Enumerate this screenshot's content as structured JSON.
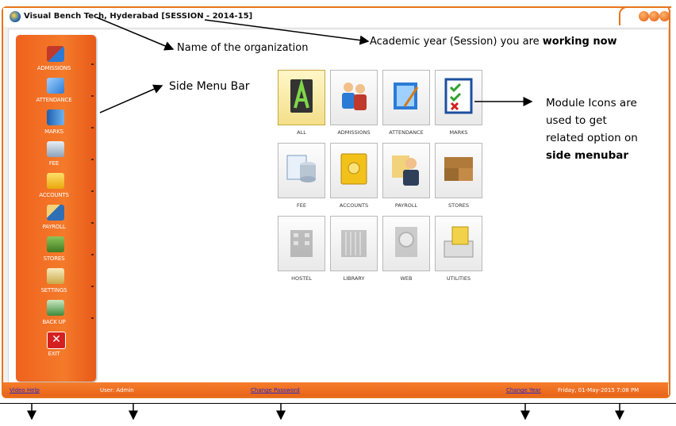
{
  "window": {
    "title": "Visual Bench Tech, Hyderabad [SESSION - 2014-15]"
  },
  "sidebar": {
    "items": [
      {
        "label": "ADMISSIONS",
        "icon": "admissions-icon",
        "color": "#c0392b"
      },
      {
        "label": "ATTENDANCE",
        "icon": "attendance-icon",
        "color": "#2b7bd6"
      },
      {
        "label": "MARKS",
        "icon": "marks-icon",
        "color": "#3a8ee0"
      },
      {
        "label": "FEE",
        "icon": "fee-icon",
        "color": "#8fa3b8"
      },
      {
        "label": "ACCOUNTS",
        "icon": "accounts-icon",
        "color": "#f2c21b"
      },
      {
        "label": "PAYROLL",
        "icon": "payroll-icon",
        "color": "#2f6fb5"
      },
      {
        "label": "STORES",
        "icon": "stores-icon",
        "color": "#6aa33a"
      },
      {
        "label": "SETTINGS",
        "icon": "settings-icon",
        "color": "#d9c27a"
      },
      {
        "label": "BACK UP",
        "icon": "backup-icon",
        "color": "#4f9a4a"
      },
      {
        "label": "EXIT",
        "icon": "exit-icon",
        "color": "#d42020"
      }
    ]
  },
  "modules": [
    {
      "label": "ALL",
      "icon": "all-modules-icon",
      "selected": true
    },
    {
      "label": "ADMISSIONS",
      "icon": "admissions-module-icon"
    },
    {
      "label": "ATTENDANCE",
      "icon": "attendance-module-icon"
    },
    {
      "label": "MARKS",
      "icon": "marks-module-icon"
    },
    {
      "label": "FEE",
      "icon": "fee-module-icon"
    },
    {
      "label": "ACCOUNTS",
      "icon": "accounts-module-icon"
    },
    {
      "label": "PAYROLL",
      "icon": "payroll-module-icon"
    },
    {
      "label": "STORES",
      "icon": "stores-module-icon"
    },
    {
      "label": "HOSTEL",
      "icon": "hostel-module-icon",
      "disabled": true
    },
    {
      "label": "LIBRARY",
      "icon": "library-module-icon",
      "disabled": true
    },
    {
      "label": "WEB",
      "icon": "web-module-icon",
      "disabled": true
    },
    {
      "label": "UTILITIES",
      "icon": "utilities-module-icon"
    }
  ],
  "statusbar": {
    "video_help": "Video Help",
    "user": "User: Admin",
    "change_password": "Change Password",
    "change_year": "Change Year",
    "datetime": "Friday, 01-May-2015 7:08 PM"
  },
  "annotations": {
    "org_name": "Name of the organization",
    "session_prefix": "Academic year (Session) you are ",
    "session_bold": "working now",
    "side_menu": "Side Menu Bar",
    "module_line1": "Module Icons are",
    "module_line2": "used to get",
    "module_line3": "related option on",
    "module_line4": "side menubar"
  },
  "colors": {
    "accent": "#e8741c",
    "sidebar": "#f26a22",
    "link": "#2a2ac0"
  }
}
